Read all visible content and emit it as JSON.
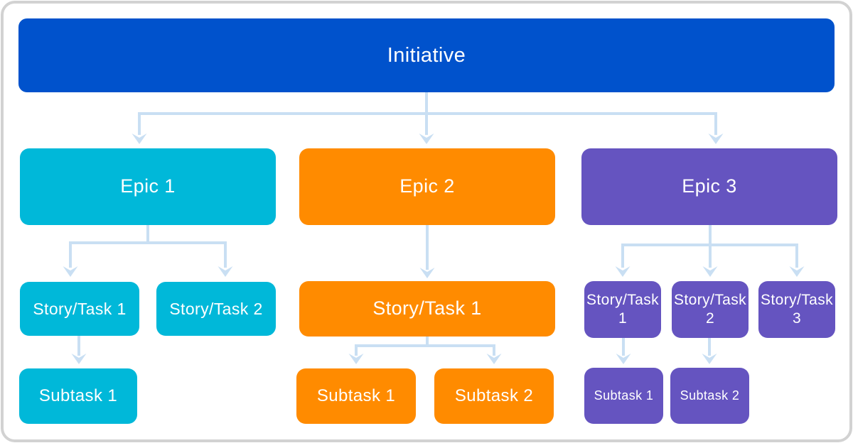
{
  "colors": {
    "initiative": "#0052CC",
    "epic_cyan": "#00B8D9",
    "epic_orange": "#FF8B00",
    "epic_purple": "#6554C0",
    "connector": "#C9DFF3",
    "frame": "#D2D2D2",
    "card": "#FFFFFF",
    "text": "#FFFFFF"
  },
  "tree": {
    "root": {
      "label": "Initiative"
    },
    "epics": [
      {
        "label": "Epic 1",
        "stories": [
          {
            "label": "Story/Task 1",
            "subtasks": [
              {
                "label": "Subtask 1"
              }
            ]
          },
          {
            "label": "Story/Task 2",
            "subtasks": []
          }
        ]
      },
      {
        "label": "Epic 2",
        "stories": [
          {
            "label": "Story/Task 1",
            "subtasks": [
              {
                "label": "Subtask 1"
              },
              {
                "label": "Subtask 2"
              }
            ]
          }
        ]
      },
      {
        "label": "Epic 3",
        "stories": [
          {
            "label": "Story/Task 1",
            "subtasks": [
              {
                "label": "Subtask 1"
              }
            ]
          },
          {
            "label": "Story/Task 2",
            "subtasks": [
              {
                "label": "Subtask 2"
              }
            ]
          },
          {
            "label": "Story/Task 3",
            "subtasks": []
          }
        ]
      }
    ]
  }
}
